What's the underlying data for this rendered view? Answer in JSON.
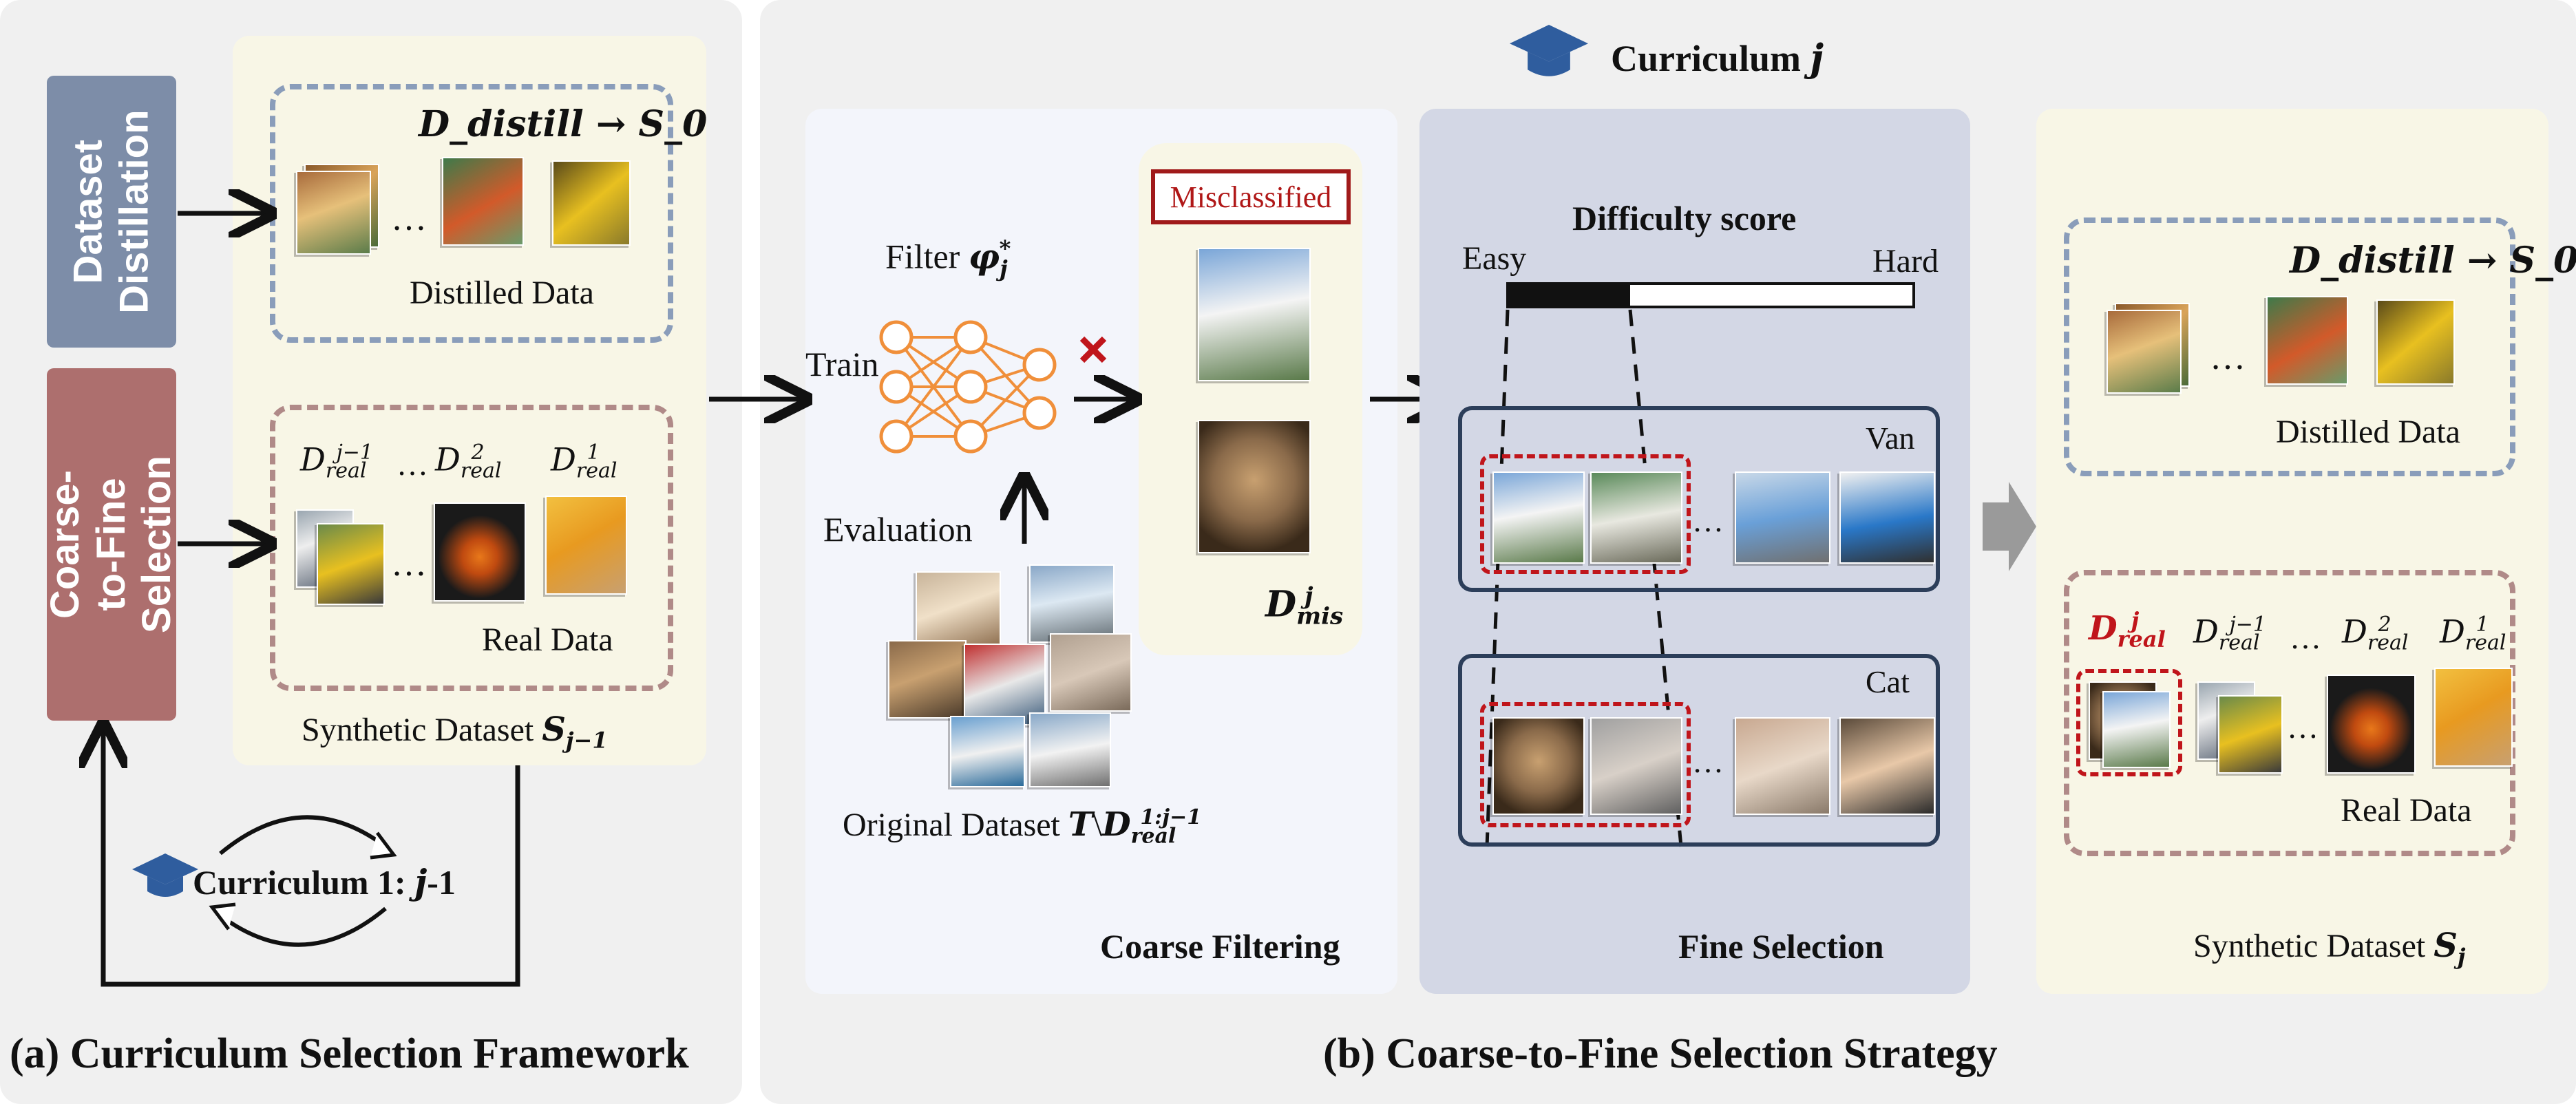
{
  "panel_a": {
    "caption": "(a) Curriculum Selection Framework",
    "side_dataset_distillation": "Dataset Distillation",
    "side_coarse_to_fine": "Coarse-to-Fine Selection",
    "distill_formula": "D_distill → S_0",
    "distilled_caption": "Distilled Data",
    "real_labels": [
      "D_real^{j-1}",
      "…",
      "D_real^2",
      "D_real^1"
    ],
    "real_caption": "Real Data",
    "synthetic_caption": "Synthetic Dataset S_{j-1}",
    "curriculum_loop": "Curriculum 1: j-1",
    "ellipsis": "…"
  },
  "panel_b": {
    "caption": "(b) Coarse-to-Fine Selection Strategy",
    "curriculum_title": "Curriculum j",
    "filter_label": "Filter φ_j*",
    "train_label": "Train",
    "evaluation_label": "Evaluation",
    "original_dataset": "Original Dataset T\\D_real^{1:j-1}",
    "misclassified": "Misclassified",
    "d_mis": "D_mis^j",
    "coarse_filtering": "Coarse Filtering",
    "difficulty_title": "Difficulty score",
    "easy": "Easy",
    "hard": "Hard",
    "difficulty_fill": 0.3,
    "class_van": "Van",
    "class_cat": "Cat",
    "fine_selection": "Fine Selection",
    "out_distill_formula": "D_distill → S_0",
    "out_distilled_caption": "Distilled Data",
    "out_real_new": "D_real^j",
    "out_real_labels": [
      "D_real^{j-1}",
      "…",
      "D_real^2",
      "D_real^1"
    ],
    "out_real_caption": "Real Data",
    "out_synthetic_caption": "Synthetic Dataset S_j"
  },
  "colors": {
    "distill_block": "#7d8da8",
    "selection_block": "#ad6f6e",
    "cream": "#f8f6e6",
    "panel_gray": "#f0f0f0",
    "fine_panel": "#d3d7e5",
    "coarse_panel": "#f3f5fb",
    "accent_red": "#c0151b",
    "network_orange": "#f08f3a",
    "class_border": "#2c3e5a",
    "cap_blue": "#2f5d9e"
  },
  "icons": [
    "graduation-cap-icon",
    "cross-icon",
    "neural-network-icon",
    "cycle-arrows-icon",
    "gray-arrow-icon"
  ]
}
